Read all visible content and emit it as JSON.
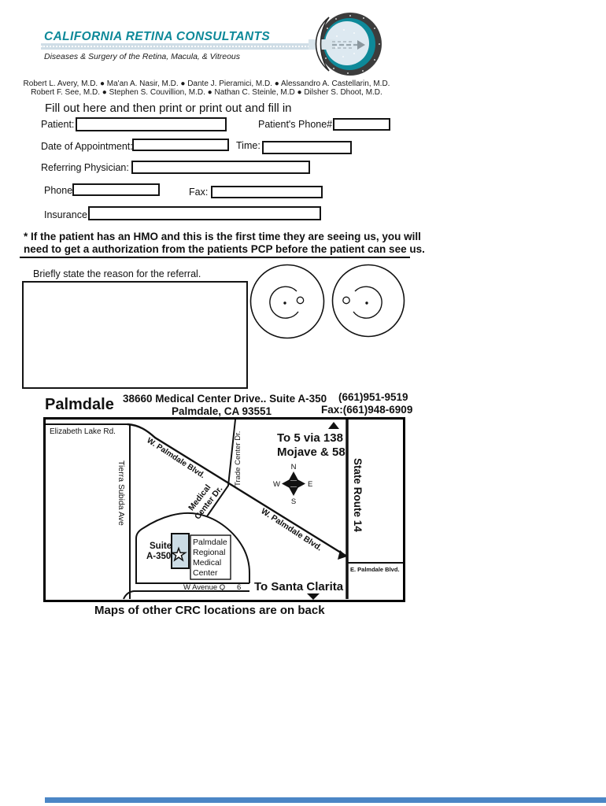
{
  "brand": {
    "name": "CALIFORNIA RETINA CONSULTANTS",
    "tagline": "Diseases & Surgery of the Retina, Macula, & Vitreous",
    "teal": "#0e8999",
    "band_color": "#cfdde6"
  },
  "doctors": {
    "line1": "Robert L. Avery, M.D. ● Ma'an A. Nasir, M.D. ● Dante J. Pieramici, M.D. ● Alessandro A. Castellarin, M.D.",
    "line2": "Robert F. See, M.D. ● Stephen S. Couvillion, M.D. ● Nathan C. Steinle, M.D ● Dilsher S. Dhoot, M.D."
  },
  "form": {
    "instruction": "Fill out here and then print or print out and fill in",
    "patient": {
      "label": "Patient:",
      "value": ""
    },
    "patient_phone": {
      "label": "Patient's Phone#",
      "value": ""
    },
    "appointment_date": {
      "label": "Date of Appointment:",
      "value": ""
    },
    "time": {
      "label": "Time:",
      "value": ""
    },
    "referring_physician": {
      "label": "Referring Physician:",
      "value": ""
    },
    "phone": {
      "label": "Phone:",
      "value": ""
    },
    "fax": {
      "label": "Fax:",
      "value": ""
    },
    "insurance": {
      "label": "Insurance:",
      "value": ""
    },
    "hmo_note1": "* If the patient has an HMO and this is the first time they are seeing us, you will",
    "hmo_note2": "need to get a authorization from the patients PCP before the patient can see us.",
    "reason_label": "Briefly state the reason for the referral.",
    "reason_value": ""
  },
  "office": {
    "city": "Palmdale",
    "address1": "38660 Medical Center Drive.. Suite A-350",
    "address2": "Palmdale, CA 93551",
    "phone": "(661)951-9519",
    "fax": "Fax:(661)948-6909"
  },
  "map": {
    "roads": {
      "elizabeth_lake": "Elizabeth Lake Rd.",
      "tierra_subida": "Tierra Subida Ave",
      "w_palmdale_1": "W. Palmdale Blvd.",
      "w_palmdale_2": "W. Palmdale Blvd.",
      "medical_center_1": "Medical",
      "medical_center_2": "Center Dr.",
      "trade_center": "Trade Center Dr.",
      "state_route": "State Route 14",
      "e_palmdale": "E. Palmdale Blvd.",
      "w_avenue_q": "W Avenue Q",
      "route_6": "6"
    },
    "compass": {
      "n": "N",
      "e": "E",
      "s": "S",
      "w": "W"
    },
    "north_dest1": "To 5 via 138",
    "north_dest2": "Mojave & 58",
    "south_dest": "To Santa Clarita",
    "suite1": "Suite",
    "suite2": "A-350",
    "hospital": [
      "Palmdale",
      "Regional",
      "Medical",
      "Center"
    ],
    "building_fill": "#ccdce5"
  },
  "footer": {
    "note": "Maps of other CRC locations are on back",
    "bar_color": "#4b86c6"
  }
}
